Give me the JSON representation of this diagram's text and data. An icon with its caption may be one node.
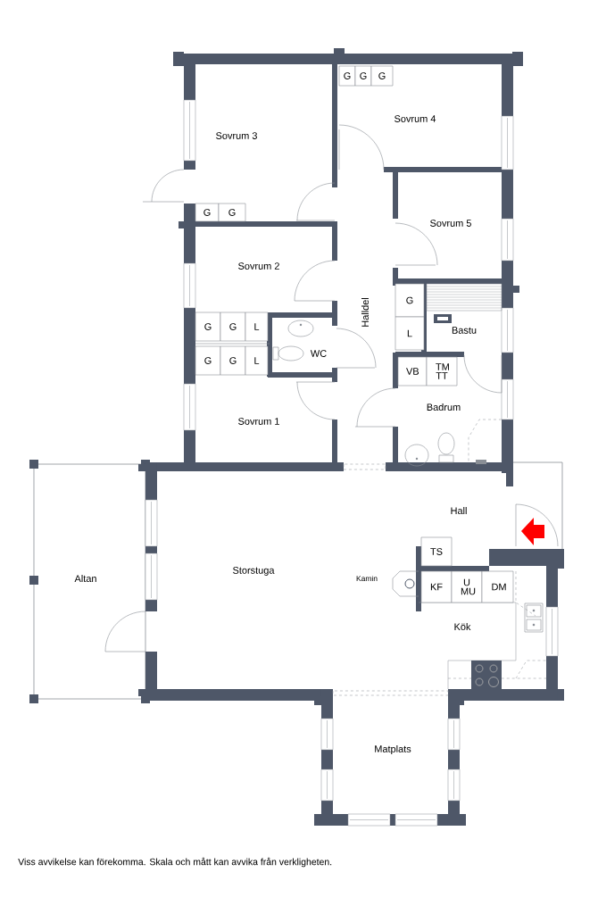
{
  "diagram": {
    "caption": "Viss avvikelse kan förekomma. Skala och mått kan avvika från verkligheten.",
    "nodes": [
      {
        "text": [
          "G"
        ]
      },
      {
        "text": [
          "G"
        ]
      },
      {
        "text": [
          "G"
        ]
      },
      {
        "text": [
          "G"
        ]
      },
      {
        "text": [
          "G"
        ]
      },
      {
        "text": [
          "G"
        ]
      },
      {
        "text": [
          "G"
        ]
      },
      {
        "text": [
          "G"
        ]
      },
      {
        "text": [
          "L"
        ]
      },
      {
        "text": [
          "L"
        ]
      },
      {
        "text": [
          "G"
        ]
      },
      {
        "text": [
          "G"
        ]
      },
      {
        "text": [
          "L"
        ]
      },
      {
        "text": [
          "VB"
        ]
      },
      {
        "text": [
          "TM TT"
        ]
      },
      {
        "text": [
          "TS"
        ]
      },
      {
        "text": [
          "KF"
        ]
      },
      {
        "text": [
          "U MU"
        ]
      },
      {
        "text": [
          "DM"
        ]
      }
    ],
    "labels": [
      "Sovrum 4",
      "Sovrum 3",
      "Sovrum 5",
      "Sovrum 2",
      "Halldel",
      "Bastu",
      "WC",
      "Badrum",
      "Sovrum 1",
      "Hall",
      "Storstuga",
      "Altan",
      "Kamin",
      "Kök",
      "Matplats"
    ]
  }
}
